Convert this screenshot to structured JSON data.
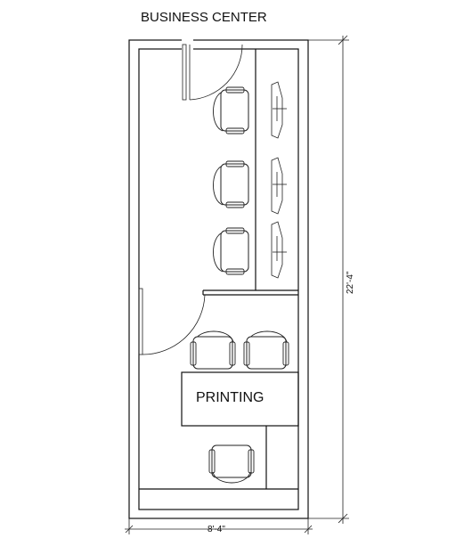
{
  "title": "BUSINESS CENTER",
  "rooms": {
    "printing_label": "PRINTING"
  },
  "dimensions": {
    "width_label": "8'-4\"",
    "height_label": "22'-4\""
  }
}
